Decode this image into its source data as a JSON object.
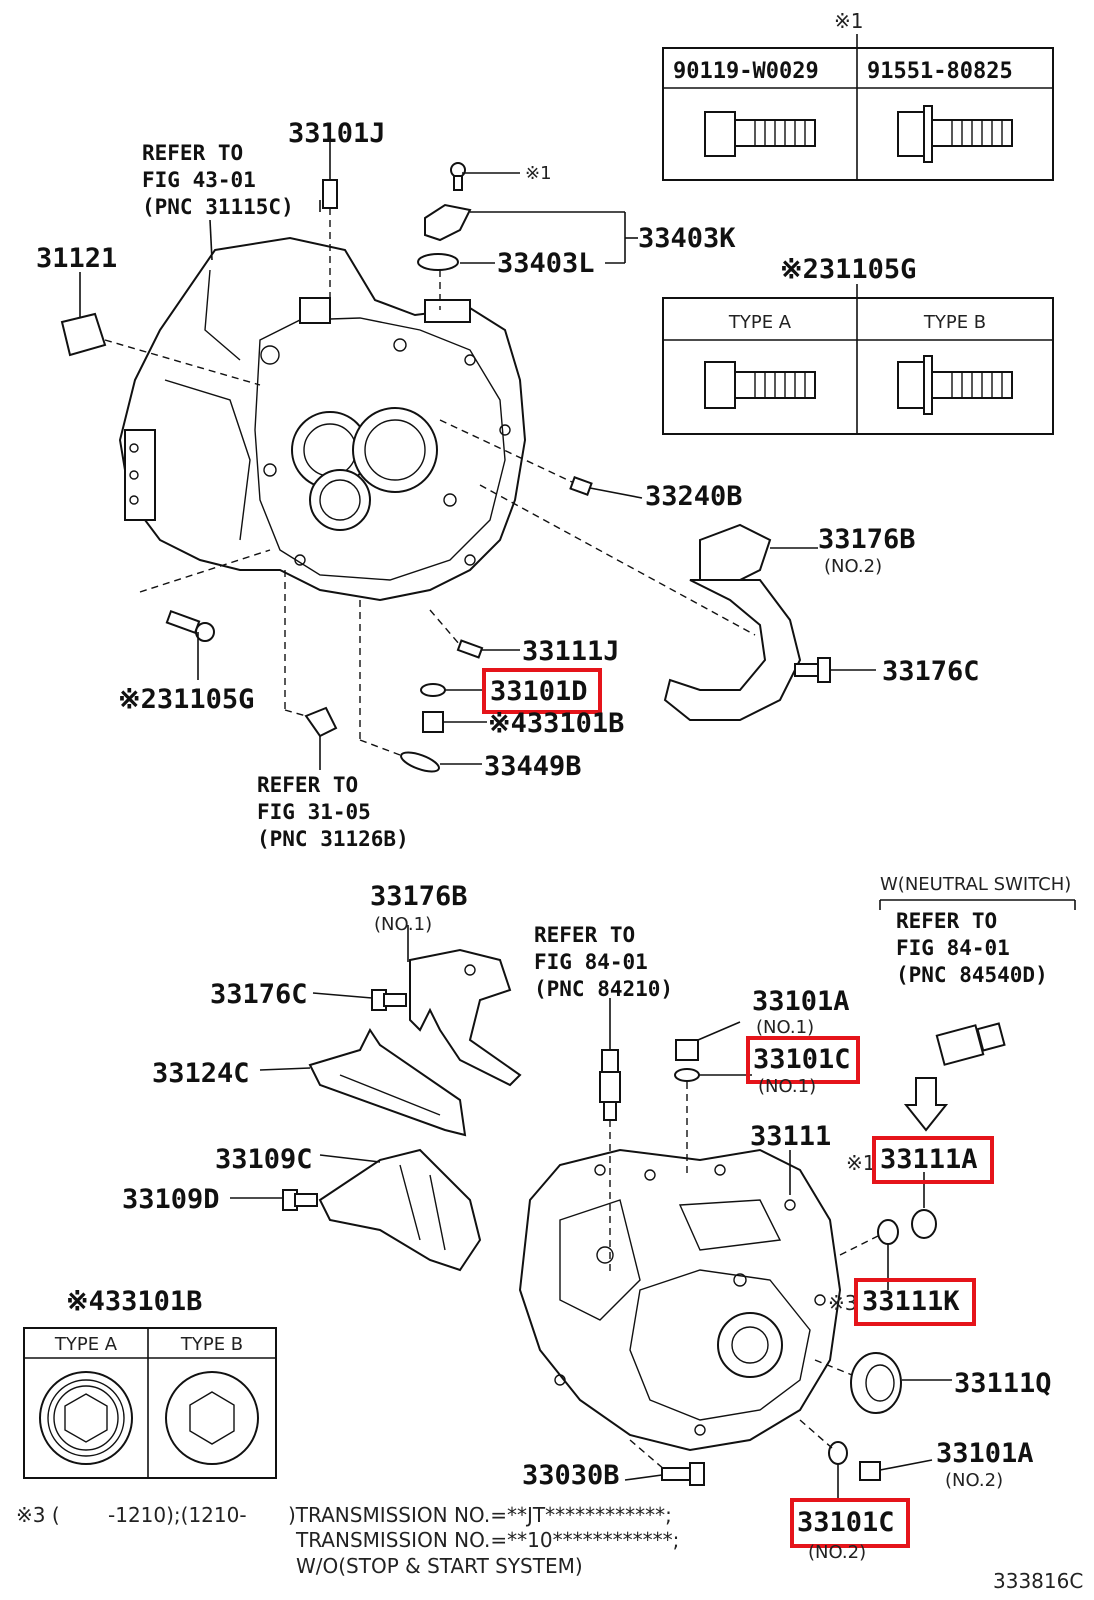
{
  "top_fastener_table": {
    "mark": "※1",
    "columns": [
      "90119-W0029",
      "91551-80825"
    ]
  },
  "bolt_31105g_table": {
    "label": "※231105G",
    "columns": [
      "TYPE A",
      "TYPE B"
    ]
  },
  "plug_33101b_table": {
    "label": "※433101B",
    "columns": [
      "TYPE A",
      "TYPE B"
    ]
  },
  "labels": {
    "p_33101J": "33101J",
    "refer_43": [
      "REFER TO",
      "FIG 43-01",
      "(PNC 31115C)"
    ],
    "p_31121": "31121",
    "mark1_small": "※1",
    "p_33403K": "33403K",
    "p_33403L": "33403L",
    "p_33240B": "33240B",
    "p_33176B_no2": "33176B",
    "no2_a": "(NO.2)",
    "p_33111J": "33111J",
    "p_33101D": "33101D",
    "p_33176C_top": "33176C",
    "p_31105G_left": "※231105G",
    "p_33101B_mid": "※433101B",
    "p_33449B": "33449B",
    "refer_31": [
      "REFER TO",
      "FIG 31-05",
      "(PNC 31126B)"
    ],
    "neutral_switch": "W(NEUTRAL SWITCH)",
    "refer_84_right": [
      "REFER TO",
      "FIG 84-01",
      "(PNC 84540D)"
    ],
    "p_33176B_no1": "33176B",
    "no1_a": "(NO.1)",
    "p_33176C_bottom": "33176C",
    "refer_84_mid": [
      "REFER TO",
      "FIG 84-01",
      "(PNC 84210)"
    ],
    "p_33101A_no1": "33101A",
    "no1_b": "(NO.1)",
    "p_33101C_no1": "33101C",
    "no1_c": "(NO.1)",
    "p_33124C": "33124C",
    "p_33111": "33111",
    "p_33111A": "33111A",
    "mark1_33111A": "※1",
    "p_33109C": "33109C",
    "p_33109D": "33109D",
    "p_33111K": "33111K",
    "mark3_33111K": "※3",
    "p_33111Q": "33111Q",
    "p_33101A_no2": "33101A",
    "no2_b": "(NO.2)",
    "p_33030B": "33030B",
    "p_33101C_no2": "33101C",
    "no2_c": "(NO.2)",
    "figure_code": "333816C"
  },
  "footnote": {
    "mark": "※3 (",
    "range": "-1210);(1210-",
    "lines": [
      ")TRANSMISSION NO.=**JT************;",
      "TRANSMISSION NO.=**10************;",
      "W/O(STOP & START SYSTEM)"
    ]
  },
  "highlight_color": "#e5141a"
}
